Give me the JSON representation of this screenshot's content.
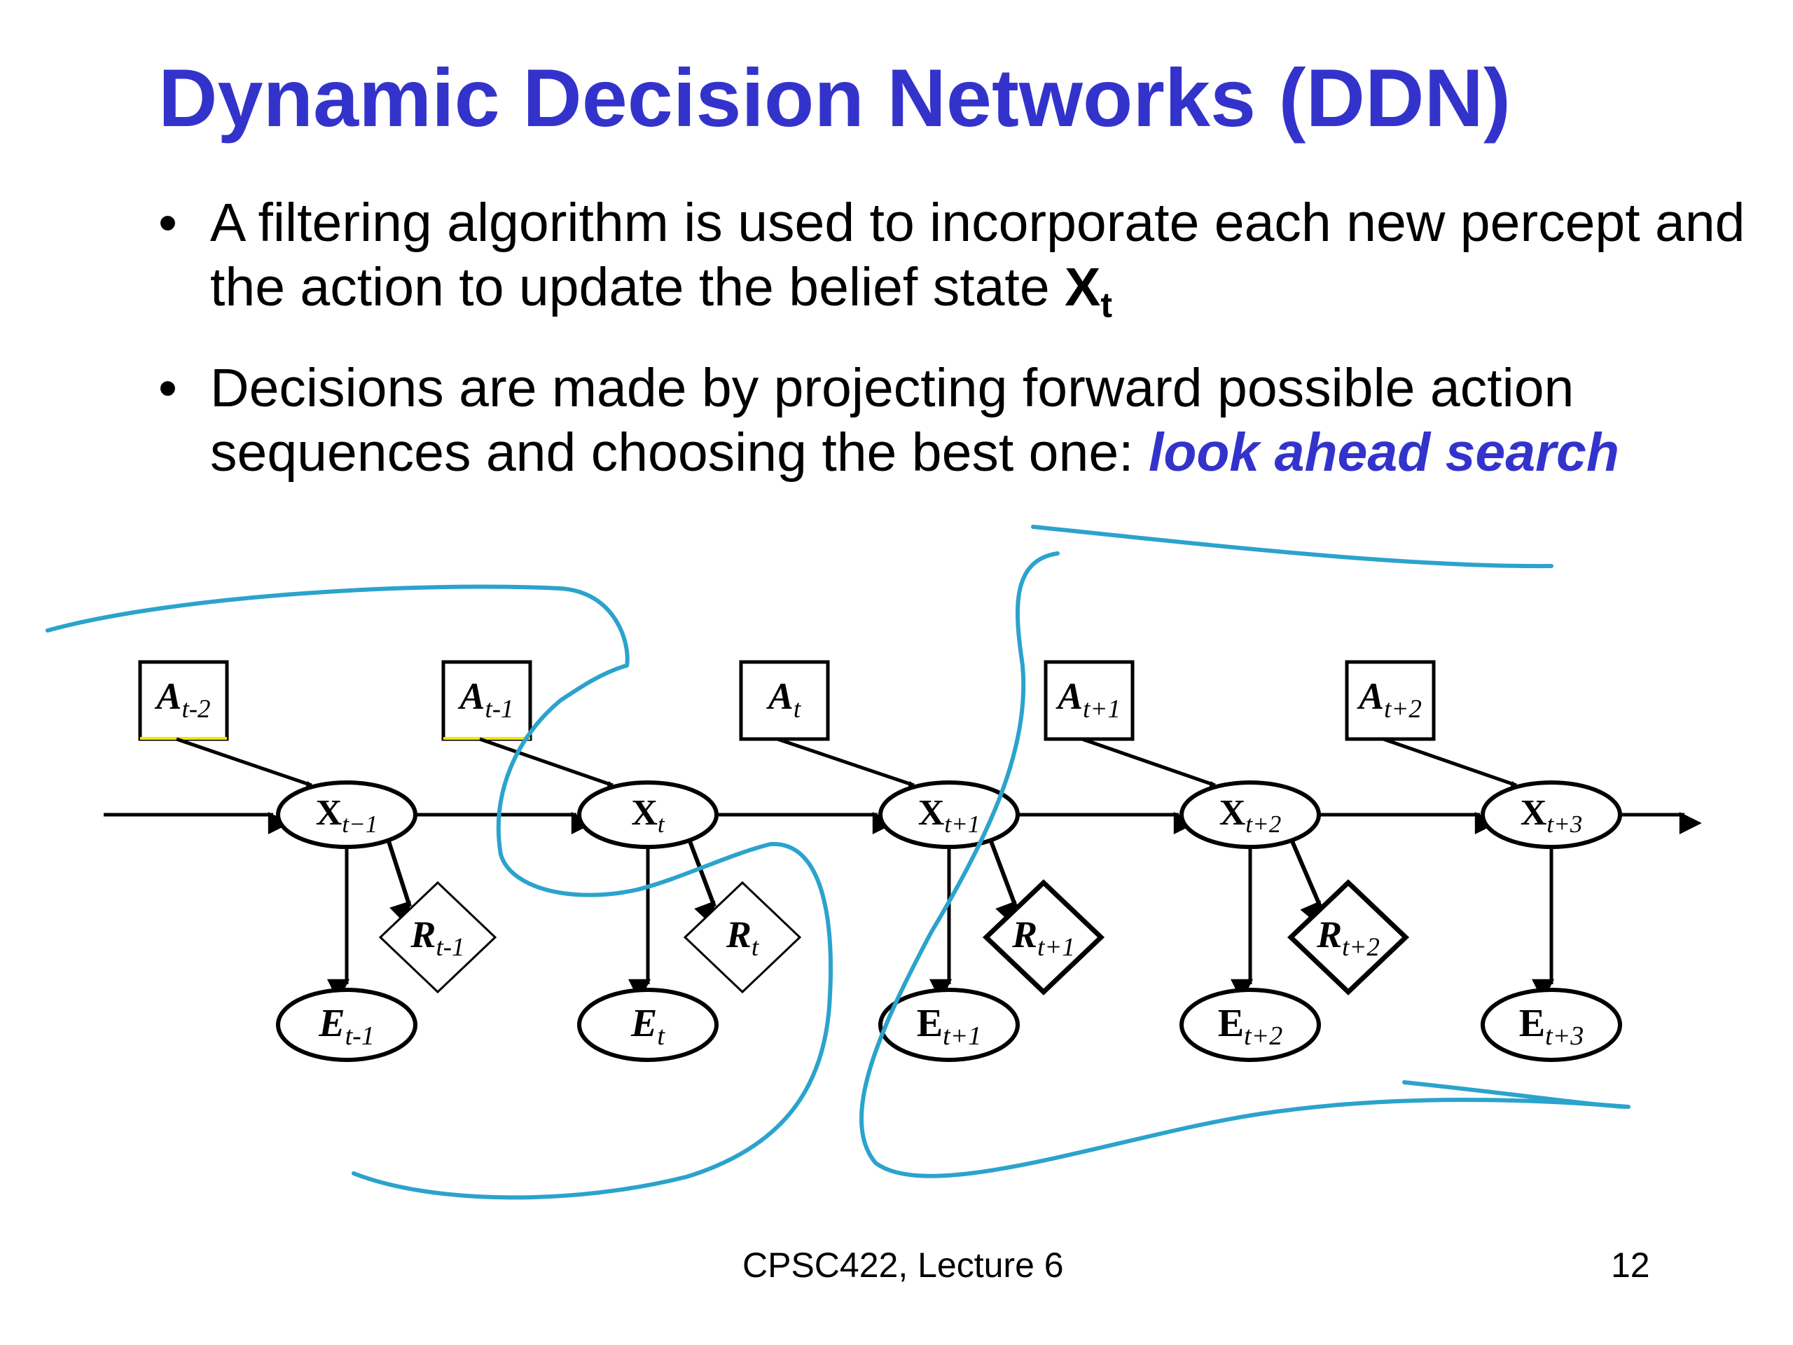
{
  "slide": {
    "title": "Dynamic Decision Networks (DDN)",
    "bullets": [
      {
        "text_before": "A filtering algorithm is used to incorporate each new percept and the action to update the belief state ",
        "symbol": "X",
        "symbol_sub": "t"
      },
      {
        "text_before": "Decisions are made by projecting forward possible action sequences and choosing the best one: ",
        "emphasis": "look ahead search"
      }
    ],
    "bullet_char": "•",
    "footer": {
      "course": "CPSC422, Lecture 6",
      "page": "12"
    }
  },
  "diagram": {
    "slices": [
      {
        "action": "A",
        "action_sub": "t-2",
        "state": "X",
        "state_sub": "t−1",
        "reward": "R",
        "reward_sub": "t-1",
        "evidence": "E",
        "evidence_sub": "t-1"
      },
      {
        "action": "A",
        "action_sub": "t-1",
        "state": "X",
        "state_sub": "t",
        "reward": "R",
        "reward_sub": "t",
        "evidence": "E",
        "evidence_sub": "t"
      },
      {
        "action": "A",
        "action_sub": "t",
        "state": "X",
        "state_sub": "t+1",
        "reward": "R",
        "reward_sub": "t+1",
        "evidence": "E",
        "evidence_sub": "t+1"
      },
      {
        "action": "A",
        "action_sub": "t+1",
        "state": "X",
        "state_sub": "t+2",
        "reward": "R",
        "reward_sub": "t+2",
        "evidence": "E",
        "evidence_sub": "t+2"
      },
      {
        "action": "A",
        "action_sub": "t+2",
        "state": "X",
        "state_sub": "t+3",
        "reward": null,
        "reward_sub": null,
        "evidence": "E",
        "evidence_sub": "t+3"
      }
    ],
    "colors": {
      "annotation": "#2ba3cc",
      "title": "#3333cc",
      "highlight": "#f2e600"
    }
  }
}
